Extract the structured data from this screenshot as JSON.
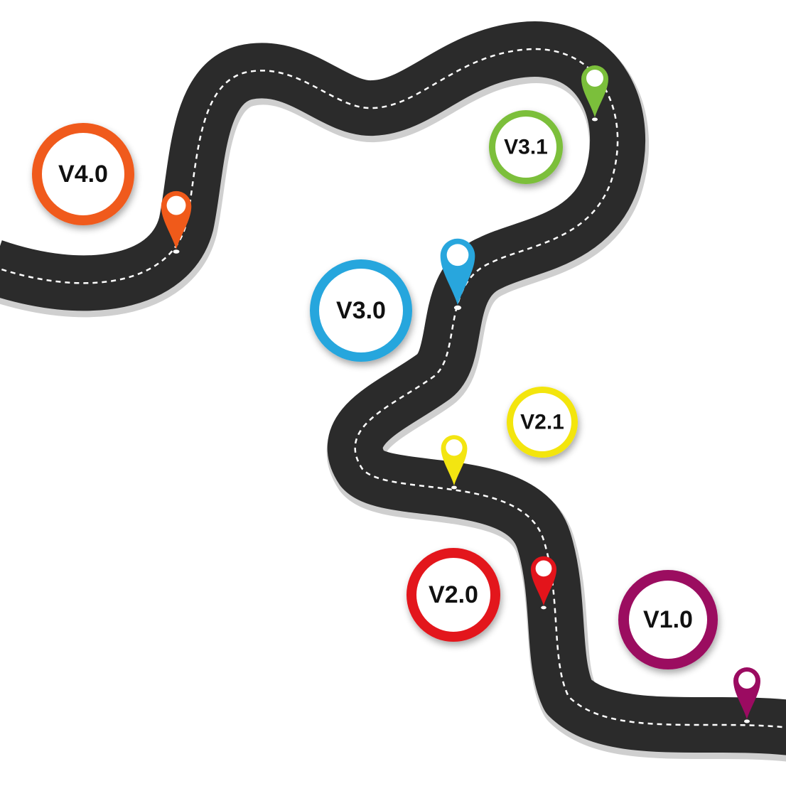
{
  "milestones": [
    {
      "label": "V1.0",
      "color": "#9b0b61",
      "pin_icon": "map-pin-icon"
    },
    {
      "label": "V2.0",
      "color": "#e3141b",
      "pin_icon": "map-pin-icon"
    },
    {
      "label": "V2.1",
      "color": "#f3e511",
      "pin_icon": "map-pin-icon"
    },
    {
      "label": "V3.0",
      "color": "#28a6dd",
      "pin_icon": "map-pin-icon"
    },
    {
      "label": "V3.1",
      "color": "#7bbf3b",
      "pin_icon": "map-pin-icon"
    },
    {
      "label": "V4.0",
      "color": "#f05a1a",
      "pin_icon": "map-pin-icon"
    }
  ],
  "road": {
    "color": "#2b2b2b",
    "dash_color": "#ffffff"
  }
}
